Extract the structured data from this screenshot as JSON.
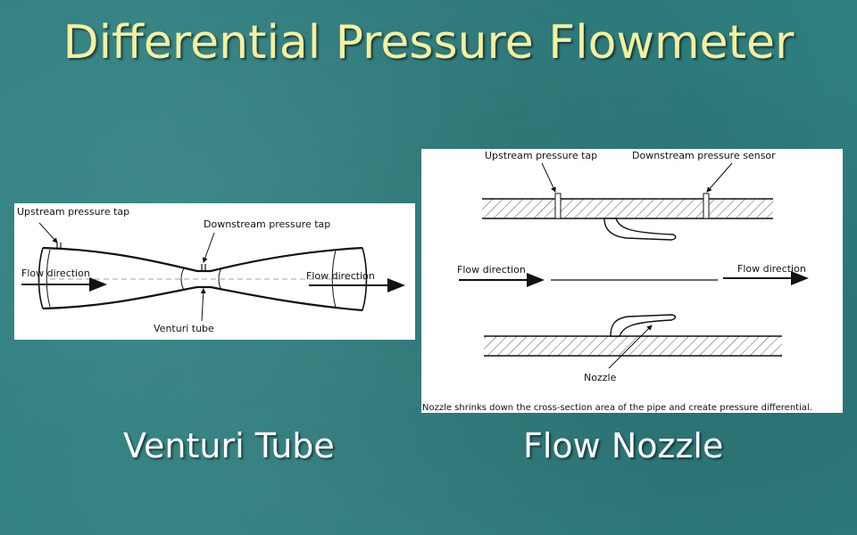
{
  "title": "Differential Pressure Flowmeter",
  "venturi": {
    "caption": "Venturi Tube",
    "labels": {
      "upstream": "Upstream pressure tap",
      "downstream": "Downstream pressure tap",
      "flow_left": "Flow direction",
      "flow_right": "Flow direction",
      "tube": "Venturi tube"
    }
  },
  "nozzle": {
    "caption": "Flow Nozzle",
    "labels": {
      "upstream": "Upstream pressure tap",
      "downstream": "Downstream pressure sensor",
      "flow_left": "Flow direction",
      "flow_right": "Flow direction",
      "nozzle": "Nozzle",
      "note": "Nozzle shrinks down the cross-section area of the pipe and create pressure differential."
    }
  }
}
